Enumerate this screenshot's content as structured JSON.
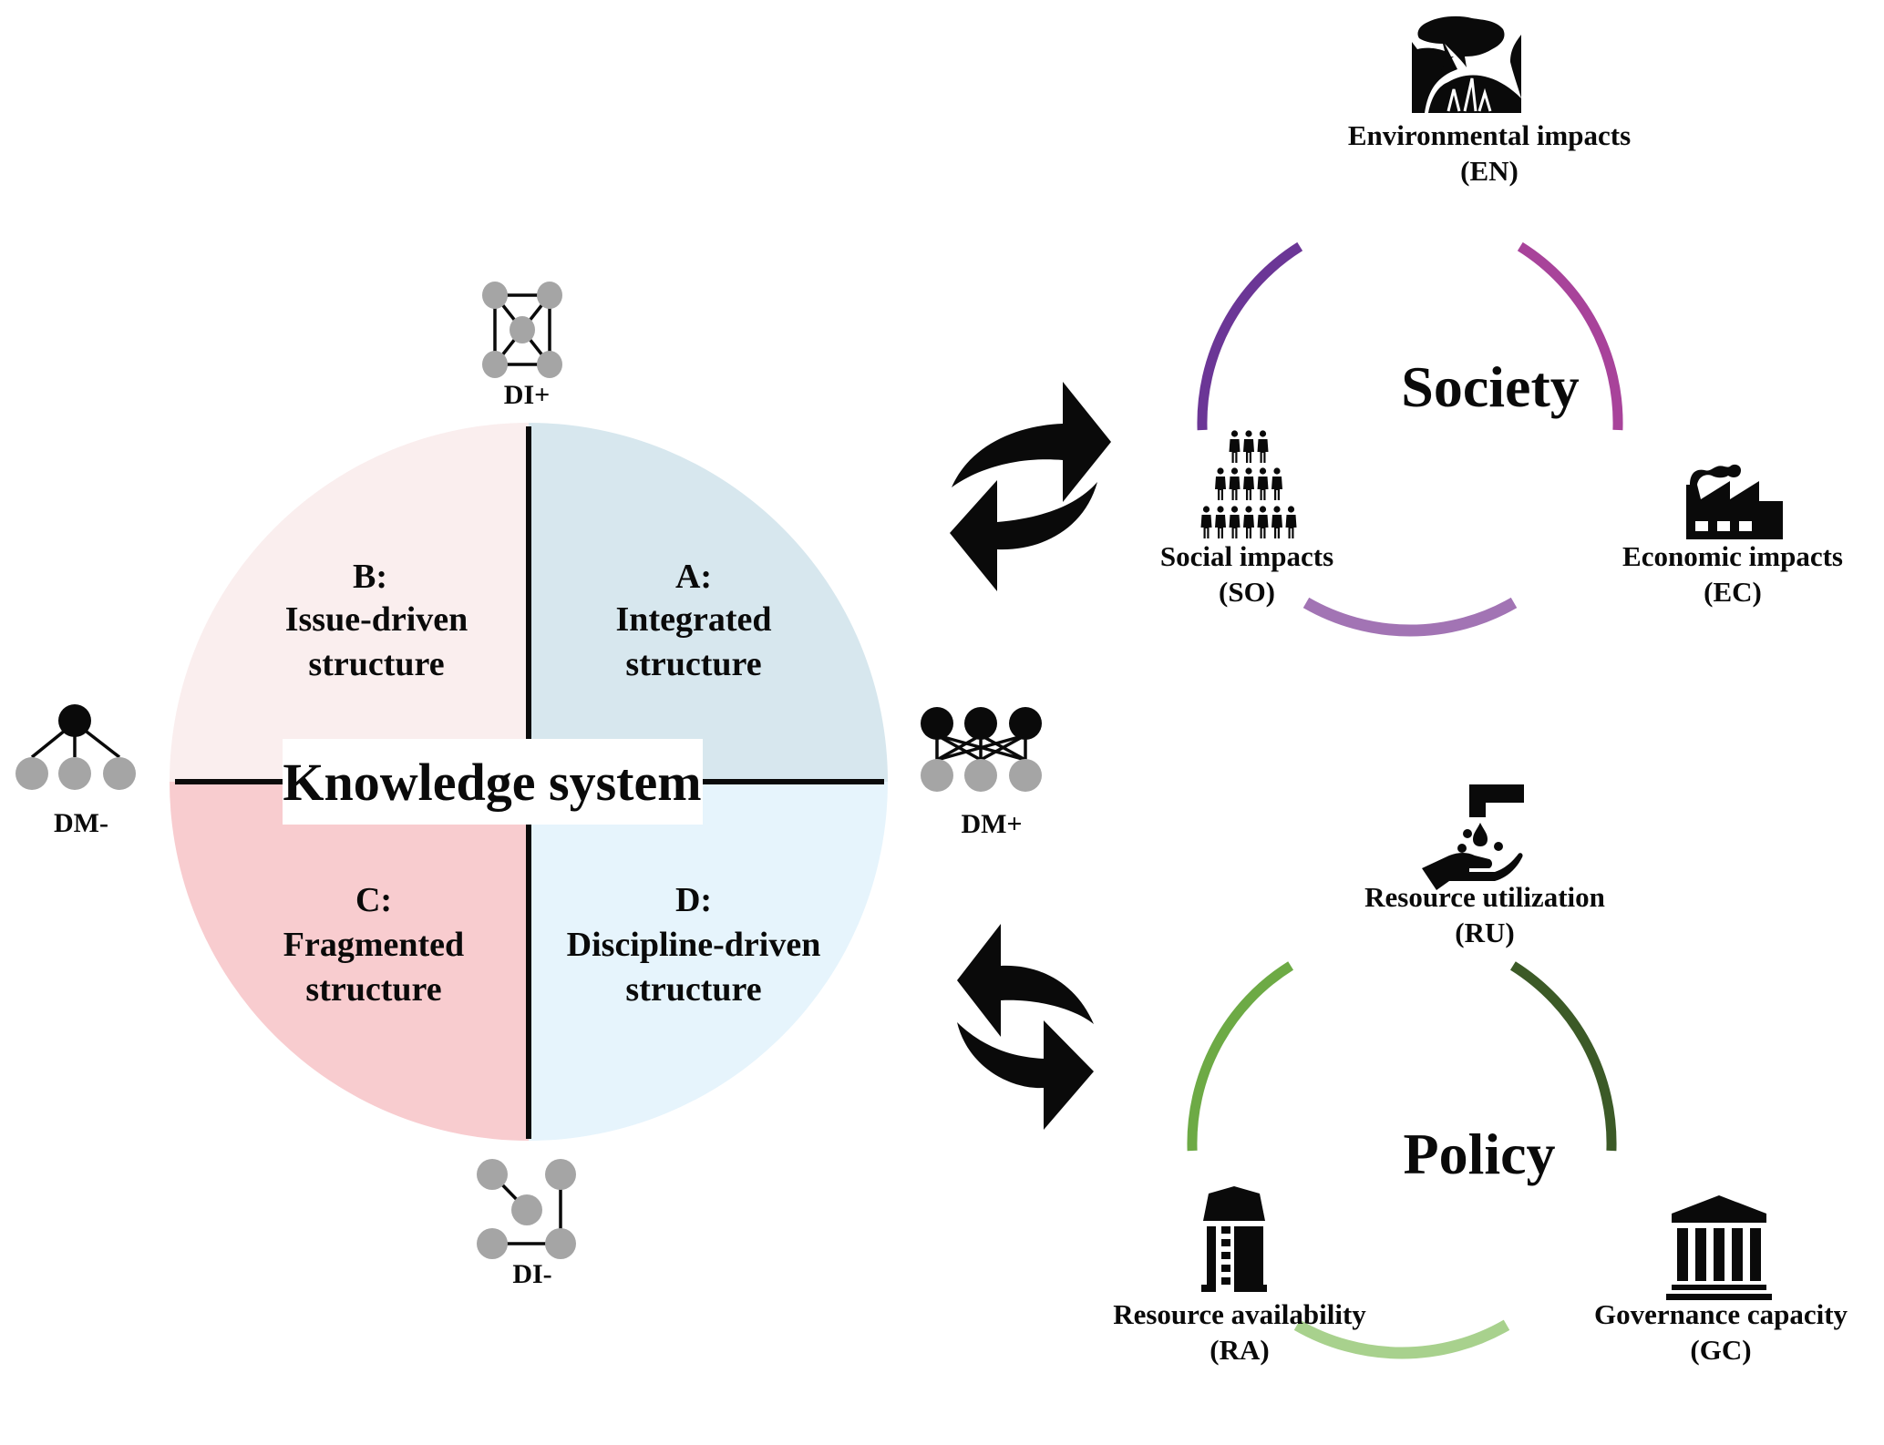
{
  "knowledge_system": {
    "title": "Knowledge system",
    "quadrants": [
      {
        "id": "A",
        "letter": "A:",
        "line1": "Integrated",
        "line2": "structure",
        "color": "#D7E7EE"
      },
      {
        "id": "B",
        "letter": "B:",
        "line1": "Issue-driven",
        "line2": "structure",
        "color": "#FAEEEE"
      },
      {
        "id": "C",
        "letter": "C:",
        "line1": "Fragmented",
        "line2": "structure",
        "color": "#F8CCCF"
      },
      {
        "id": "D",
        "letter": "D:",
        "line1": "Discipline-driven",
        "line2": "structure",
        "color": "#E6F4FC"
      }
    ],
    "axes": {
      "top": "DI+",
      "bottom": "DI-",
      "left": "DM-",
      "right": "DM+"
    }
  },
  "society": {
    "title": "Society",
    "nodes": {
      "top": {
        "name": "Environmental impacts",
        "code": "(EN)",
        "icon": "forest-icon"
      },
      "left": {
        "name": "Social impacts",
        "code": "(SO)",
        "icon": "people-pyramid-icon"
      },
      "right": {
        "name": "Economic impacts",
        "code": "(EC)",
        "icon": "factory-icon"
      }
    },
    "arc_colors": {
      "left": "#6B3696",
      "right": "#A8439A",
      "bottom": "#A274B4"
    }
  },
  "policy": {
    "title": "Policy",
    "nodes": {
      "top": {
        "name": "Resource utilization",
        "code": "(RU)",
        "icon": "hand-water-tap-icon"
      },
      "left": {
        "name": "Resource availability",
        "code": "(RA)",
        "icon": "silo-icon"
      },
      "right": {
        "name": "Governance capacity",
        "code": "(GC)",
        "icon": "government-building-icon"
      }
    },
    "arc_colors": {
      "left": "#6DAA45",
      "right": "#3C5A27",
      "bottom": "#A8D18D"
    }
  },
  "exchange_icons": [
    "exchange-arrows-icon",
    "exchange-arrows-icon"
  ]
}
